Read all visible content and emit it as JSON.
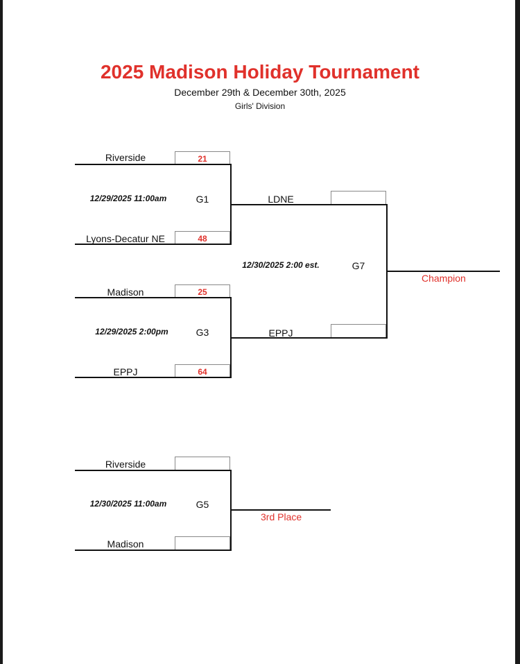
{
  "header": {
    "title": "2025 Madison Holiday Tournament",
    "dates": "December 29th & December 30th, 2025",
    "division": "Girls' Division"
  },
  "games": {
    "g1": {
      "id": "G1",
      "time": "12/29/2025 11:00am",
      "top_team": "Riverside",
      "top_score": "21",
      "bottom_team": "Lyons-Decatur NE",
      "bottom_score": "48"
    },
    "g3": {
      "id": "G3",
      "time": "12/29/2025 2:00pm",
      "top_team": "Madison",
      "top_score": "25",
      "bottom_team": "EPPJ",
      "bottom_score": "64"
    },
    "g7": {
      "id": "G7",
      "time": "12/30/2025  2:00 est.",
      "top_team": "LDNE",
      "bottom_team": "EPPJ",
      "result": "Champion"
    },
    "g5": {
      "id": "G5",
      "time": "12/30/2025 11:00am",
      "top_team": "Riverside",
      "bottom_team": "Madison",
      "result": "3rd Place"
    }
  },
  "colors": {
    "accent": "#e0312b",
    "line": "#111111",
    "box_border": "#888888"
  }
}
